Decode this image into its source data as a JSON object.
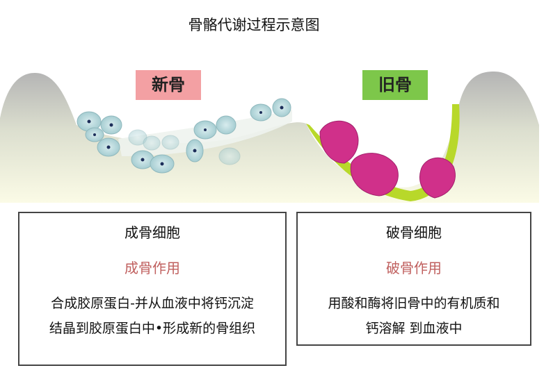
{
  "title": "骨骼代谢过程示意图",
  "labels": {
    "new_bone": "新骨",
    "old_bone": "旧骨"
  },
  "osteoblast": {
    "heading": "成骨细胞",
    "function": "成骨作用",
    "lines": [
      "合成胶原蛋白-并从血液中将钙沉淀",
      "结晶到胶原蛋白中•形成新的骨组织"
    ]
  },
  "osteoclast": {
    "heading": "破骨细胞",
    "function": "破骨作用",
    "lines": [
      "用酸和酶将旧骨中的有机质和",
      "钙溶解 到血液中"
    ]
  },
  "colors": {
    "new_tag": "#f3a0a3",
    "old_tag": "#7dc74a",
    "function_text": "#c0605f",
    "osteoclast": "#d0308a",
    "bone_lining": "#b8d82a"
  }
}
